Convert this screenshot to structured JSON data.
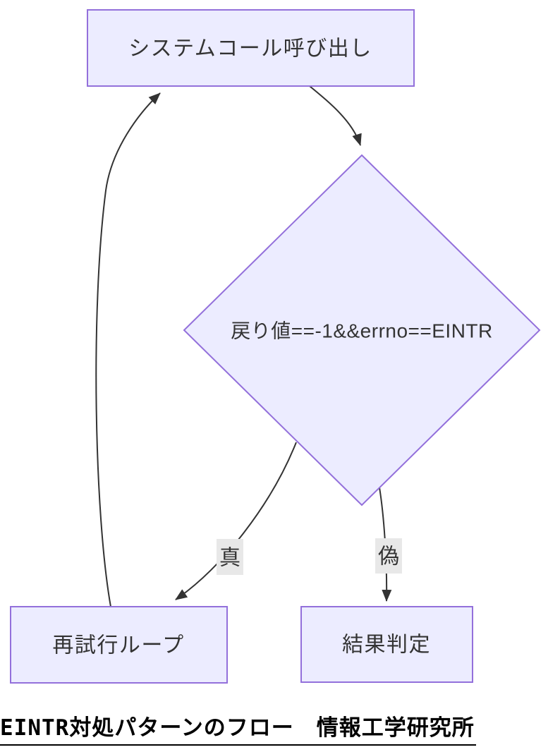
{
  "diagram": {
    "type": "flowchart",
    "direction": "top-to-bottom",
    "nodes": {
      "system_call": {
        "label": "システムコール呼び出し",
        "shape": "rectangle"
      },
      "eintr_check": {
        "label": "戻り値==-1&&errno==EINTR",
        "shape": "diamond"
      },
      "retry_loop": {
        "label": "再試行ループ",
        "shape": "rectangle"
      },
      "result_judge": {
        "label": "結果判定",
        "shape": "rectangle"
      }
    },
    "edges": [
      {
        "from": "system_call",
        "to": "eintr_check",
        "label": ""
      },
      {
        "from": "eintr_check",
        "to": "retry_loop",
        "label": "真"
      },
      {
        "from": "eintr_check",
        "to": "result_judge",
        "label": "偽"
      },
      {
        "from": "retry_loop",
        "to": "system_call",
        "label": ""
      }
    ],
    "caption": "EINTR対処パターンのフロー　情報工学研究所"
  },
  "colors": {
    "node_fill": "#ececff",
    "node_border": "#9370db",
    "edge_color": "#333333",
    "edge_label_bg": "#e8e8e8",
    "node_text": "#333333",
    "caption_text": "#000000",
    "canvas_bg": "#ffffff"
  }
}
